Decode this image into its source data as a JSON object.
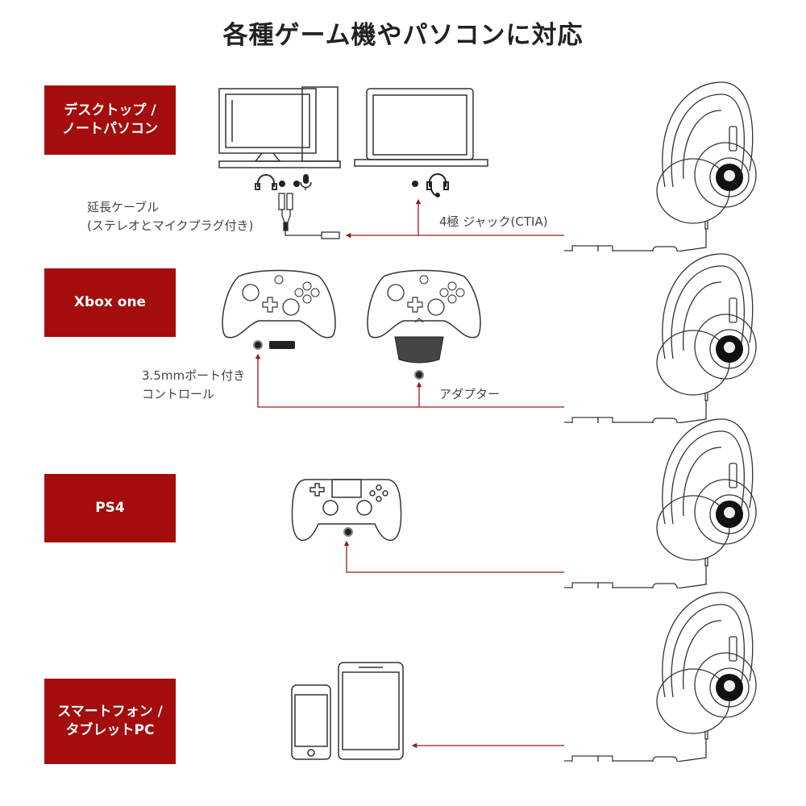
{
  "title": "各種ゲーム機やパソコンに対応",
  "sections": [
    {
      "label_line1": "デスクトップ /",
      "label_line2": "ノートパソコン"
    },
    {
      "label_line1": "Xbox one"
    },
    {
      "label_line1": "PS4"
    },
    {
      "label_line1": "スマートフォン /",
      "label_line2": "タブレットPC"
    }
  ],
  "annotations": {
    "extension_cable_line1": "延長ケーブル",
    "extension_cable_line2": "(ステレオとマイクプラグ付き)",
    "four_pole_jack": "4極 ジャック(CTIA)",
    "port_controller_line1": "3.5mmポート付き",
    "port_controller_line2": "コントロール",
    "adapter": "アダプター"
  },
  "colors": {
    "accent": "#a30d0d",
    "line": "#9b1b1b"
  }
}
